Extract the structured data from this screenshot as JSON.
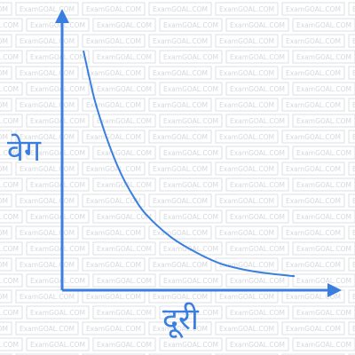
{
  "watermark": {
    "text": "ExamGOAL.COM",
    "color": "#d3d8dd"
  },
  "chart_data": {
    "type": "line",
    "title": "",
    "xlabel": "दूरी",
    "ylabel": "वेग",
    "xlim": [
      0,
      10
    ],
    "ylim": [
      0,
      10
    ],
    "grid": false,
    "legend": "none",
    "color": "#3a7ee0",
    "series": [
      {
        "x": [
          0.5,
          0.75,
          1.0,
          1.5,
          2.0,
          2.5,
          3.0,
          4.0,
          5.0,
          6.0,
          7.0,
          8.0,
          9.0
        ],
        "values": [
          9.4,
          8.3,
          7.3,
          5.8,
          4.6,
          3.7,
          3.0,
          2.1,
          1.5,
          1.05,
          0.8,
          0.65,
          0.55
        ]
      }
    ]
  }
}
